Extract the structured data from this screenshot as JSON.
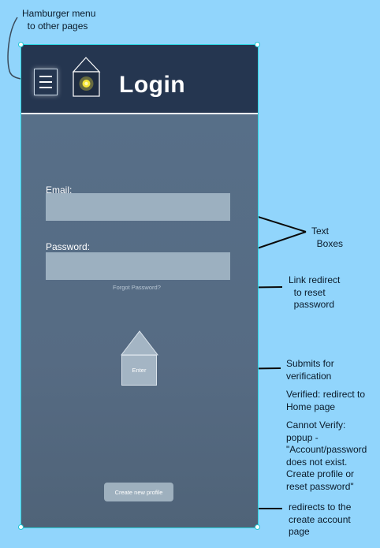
{
  "app": {
    "title": "Login",
    "header_menu_icon": "hamburger-menu-icon",
    "logo_icon": "house-with-light-icon"
  },
  "form": {
    "email_label": "Email:",
    "email_value": "",
    "password_label": "Password:",
    "password_value": "",
    "forgot_link": "Forgot Password?",
    "enter_button": "Enter",
    "create_profile_button": "Create new profile"
  },
  "annotations": {
    "hamburger": "Hamburger menu\n  to other pages",
    "text_boxes": "Text\n  Boxes",
    "forgot_link": "Link redirect\n  to reset\n  password",
    "submit": "Submits for\nverification",
    "verified": "Verified: redirect to\nHome page",
    "cannot_verify": "Cannot Verify:\npopup -\n\"Account/password\ndoes not exist.\nCreate profile or\nreset password\"",
    "create_profile": "redirects to the\ncreate account\npage"
  },
  "colors": {
    "page_background": "#91d5fc",
    "header_background": "#253650",
    "panel_background": "#576f88",
    "text_box_fill": "#9cb0c0",
    "selection_outline": "#2ad6e0"
  }
}
